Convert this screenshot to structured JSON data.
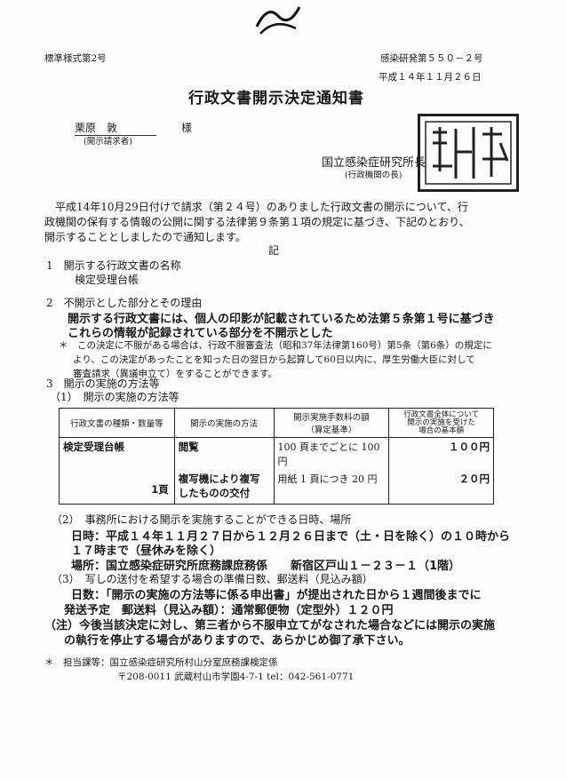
{
  "header": {
    "form_no": "標準様式第2号",
    "doc_no": "感染研発第５５０－２号",
    "date": "平成１４年１１月２６日"
  },
  "title": "行政文書開示決定通知書",
  "recipient": {
    "name": "栗原　敦",
    "honorific": "様",
    "role": "(開示請求者)"
  },
  "sender": {
    "name": "国立感染症研究所長",
    "role": "(行政機関の長)"
  },
  "intro": [
    "平成14年10月29日付けで請求（第２４号）のありました行政文書の開示について、行",
    "政機関の保有する情報の公開に関する法律第９条第１項の規定に基づき、下記のとおり、",
    "開示することとしましたので通知します。"
  ],
  "ki": "記",
  "sec1": {
    "heading": "1　開示する行政文書の名称",
    "value": "検定受理台帳"
  },
  "sec2": {
    "heading": "2　不開示とした部分とその理由",
    "lines": [
      "開示する行政文書には、個人の印影が記載されているため法第５条第１号に基づき",
      "これらの情報が記録されている部分を不開示とした"
    ],
    "note": [
      "＊　この決定に不服がある場合は、行政不服審査法（昭和37年法律第160号）第5条（第6条）の規定に",
      "より、この決定があったことを知った日の翌日から起算して60日以内に、厚生労働大臣に対して",
      "審査請求（異議申立て）をすることができます。"
    ]
  },
  "sec3": {
    "heading": "3　開示の実施の方法等",
    "sub1": "（1）　開示の実施の方法等"
  },
  "table": {
    "headers": [
      "行政文書の種類・数量等",
      "開示の実施の方法",
      "開示実施手数料の額\n（算定基準）",
      "行政文書全体について\n開示の実施を受けた\n場合の基本額"
    ],
    "doc_name": "検定受理台帳",
    "doc_qty": "1頁",
    "row1": {
      "method": "閲覧",
      "fee": "100 頁までごとに 100円",
      "base": "１００円"
    },
    "row2": {
      "method": "複写機により複写したものの交付",
      "fee": "用紙 1 頁につき 20 円",
      "base": "２０円"
    }
  },
  "sub2": {
    "heading": "（2）　事務所における開示を実施することができる日時、場所",
    "lines": [
      "日時：平成１４年１１月２７日から１２月２６日まで（土・日を除く）の１０時から",
      "１７時まで（昼休みを除く）",
      "場所：国立感染症研究所庶務課庶務係　　新宿区戸山１－２３－１（1階）"
    ]
  },
  "sub3": {
    "heading": "（3）　写しの送付を希望する場合の準備日数、郵送料（見込み額）",
    "lines": [
      "日数：「開示の実施の方法等に係る申出書」が提出された日から１週間後までに",
      "発送予定　郵送料（見込み額）：通常郵便物（定型外）１２０円"
    ]
  },
  "notice": [
    "（注）今後当該決定に対し、第三者から不服申立てがなされた場合などには開示の実施",
    "の執行を停止する場合がありますので、あらかじめ御了承下さい。"
  ],
  "contact": {
    "label": "＊　担当課等：国立感染症研究所村山分室庶務課検定係",
    "address": "〒208-0011 武蔵村山市学園4-7-1 tel：042-561-0771"
  }
}
